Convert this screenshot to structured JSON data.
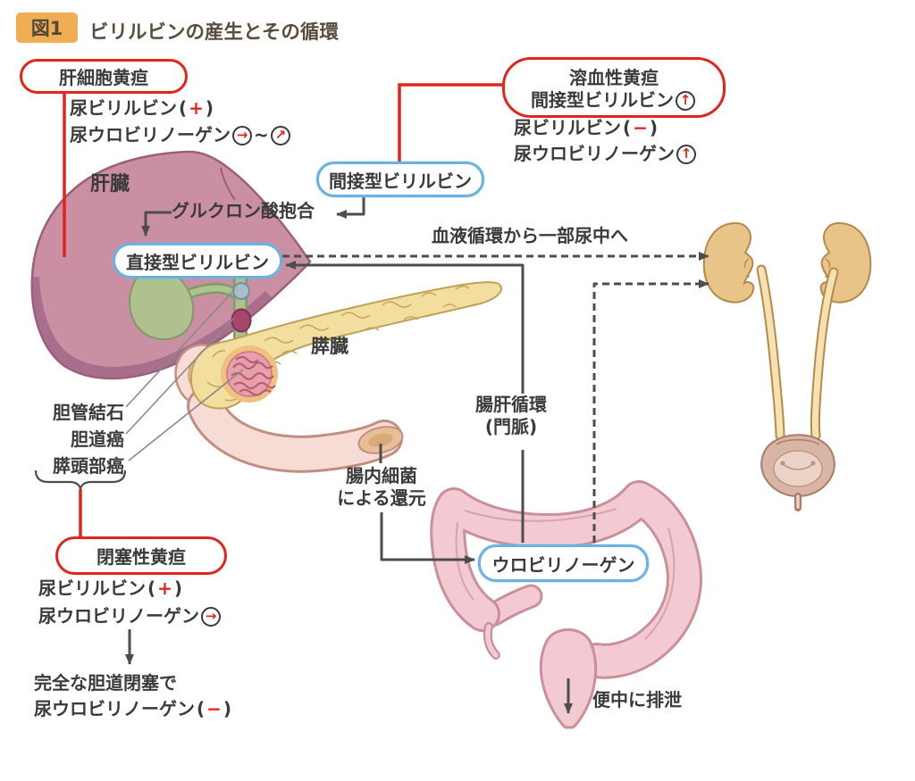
{
  "figure": {
    "badge": "図1",
    "title": "ビリルビンの産生とその循環"
  },
  "symbols": {
    "paren_open": "(",
    "paren_close": ")"
  },
  "jaundice_boxes": {
    "hepatocellular": {
      "title": "肝細胞黄疸",
      "urine_bilirubin_label": "尿ビリルビン",
      "urine_bilirubin_sign": "+",
      "urine_urobilinogen_label": "尿ウロビリノーゲン",
      "urobilinogen_arrow_1": "→",
      "urobilinogen_tilde": "~",
      "urobilinogen_arrow_2": "↗"
    },
    "hemolytic": {
      "title": "溶血性黄疸",
      "subtitle": "間接型ビリルビン",
      "subtitle_arrow": "↑",
      "urine_bilirubin_label": "尿ビリルビン",
      "urine_bilirubin_sign": "−",
      "urine_urobilinogen_label": "尿ウロビリノーゲン",
      "urobilinogen_arrow": "↑"
    },
    "obstructive": {
      "title": "閉塞性黄疸",
      "urine_bilirubin_label": "尿ビリルビン",
      "urine_bilirubin_sign": "+",
      "urine_urobilinogen_label": "尿ウロビリノーゲン",
      "urobilinogen_arrow": "→",
      "complete_obstruction_line1": "完全な胆道閉塞で",
      "complete_obstruction_line2": "尿ウロビリノーゲン",
      "complete_obstruction_sign": "−"
    }
  },
  "nodes": {
    "indirect_bilirubin": "間接型ビリルビン",
    "direct_bilirubin": "直接型ビリルビン",
    "urobilinogen": "ウロビリノーゲン"
  },
  "organ_labels": {
    "liver": "肝臓",
    "pancreas": "膵臓"
  },
  "flow_labels": {
    "conjugation": "グルクロン酸抱合",
    "blood_to_urine": "血液循環から一部尿中へ",
    "enterohepatic_line1": "腸肝循環",
    "enterohepatic_line2": "(門脈)",
    "bacteria_line1": "腸内細菌",
    "bacteria_line2": "による還元",
    "feces": "便中に排泄"
  },
  "causes": [
    "胆管結石",
    "胆道癌",
    "膵頭部癌"
  ],
  "colors": {
    "red": "#e2241b",
    "blue": "#6ab2e2",
    "line_dark": "#4d4d4d",
    "liver": "#cb8fa4",
    "gallbladder": "#aec18f",
    "pancreas": "#f2df9f",
    "intestine": "#f3c9d2",
    "kidney": "#e9c488"
  }
}
